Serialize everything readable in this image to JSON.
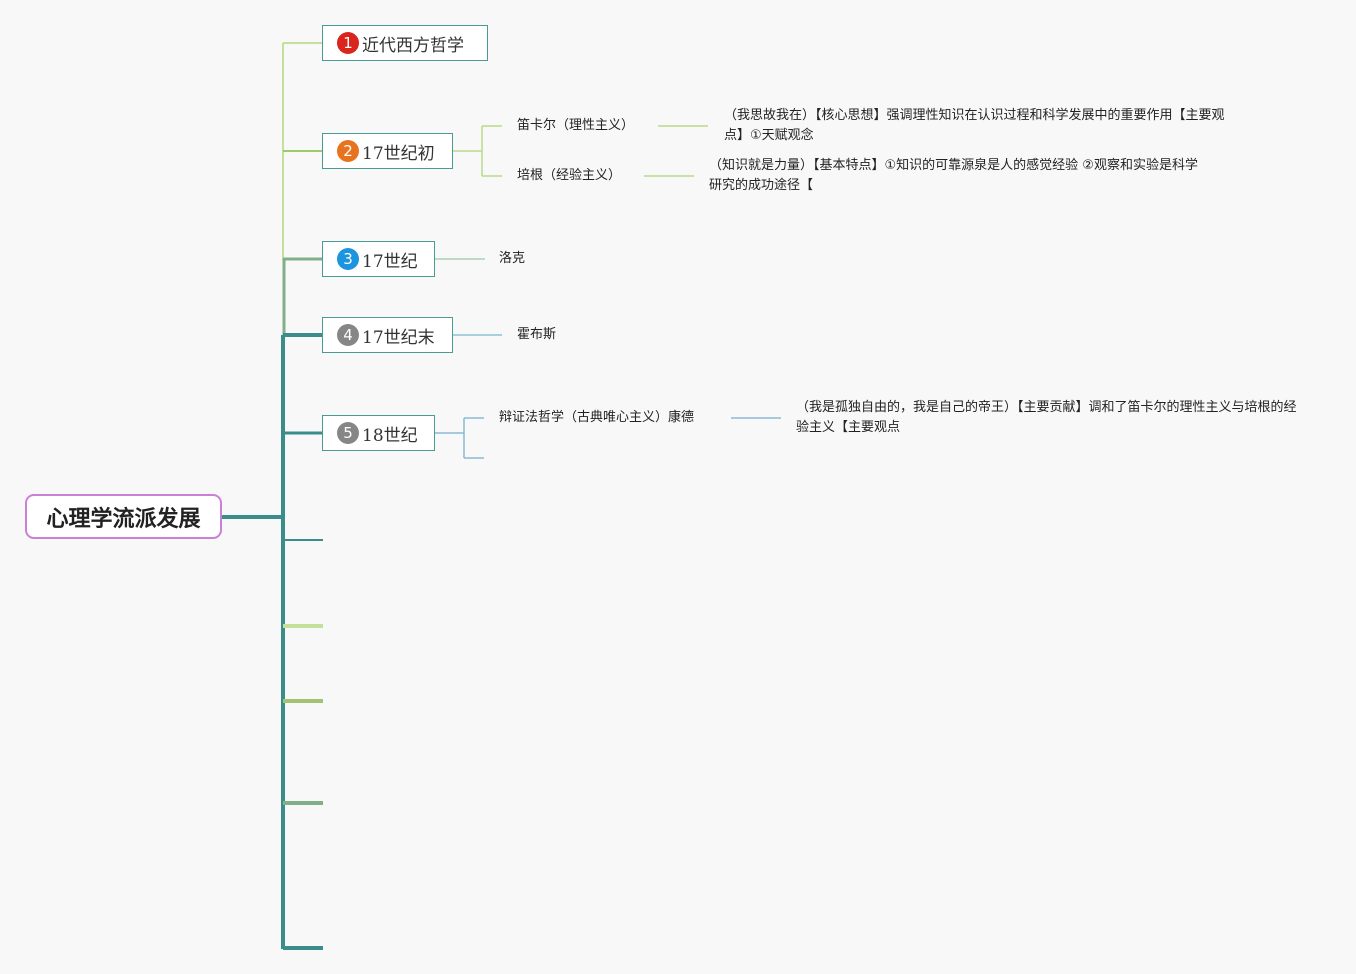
{
  "root": {
    "label": "心理学流派发展"
  },
  "colors": {
    "root_border": "#cc7fd6",
    "badge_1": "#d9251c",
    "badge_2": "#e8731f",
    "badge_3": "#1d94de",
    "badge_4": "#868686",
    "badge_5": "#868686",
    "trunk": "#3a8d8a",
    "light_green": "#c5e09a"
  },
  "branches": [
    {
      "badge": "1",
      "label": "近代西方哲学"
    },
    {
      "badge": "2",
      "label": "17世纪初"
    },
    {
      "badge": "3",
      "label": "17世纪"
    },
    {
      "badge": "4",
      "label": "17世纪末"
    },
    {
      "badge": "5",
      "label": "18世纪"
    }
  ],
  "children": {
    "descartes": "笛卡尔（理性主义）",
    "bacon": "培根（经验主义）",
    "locke": "洛克",
    "hobbes": "霍布斯",
    "kant": "辩证法哲学（古典唯心主义）康德"
  },
  "details": {
    "descartes": "（我思故我在）【核心思想】强调理性知识在认识过程和科学发展中的重要作用【主要观点】①天赋观念",
    "bacon": "（知识就是力量）【基本特点】①知识的可靠源泉是人的感觉经验 ②观察和实验是科学研究的成功途径【",
    "kant": "（我是孤独自由的，我是自己的帝王）【主要贡献】调和了笛卡尔的理性主义与培根的经验主义【主要观点"
  }
}
